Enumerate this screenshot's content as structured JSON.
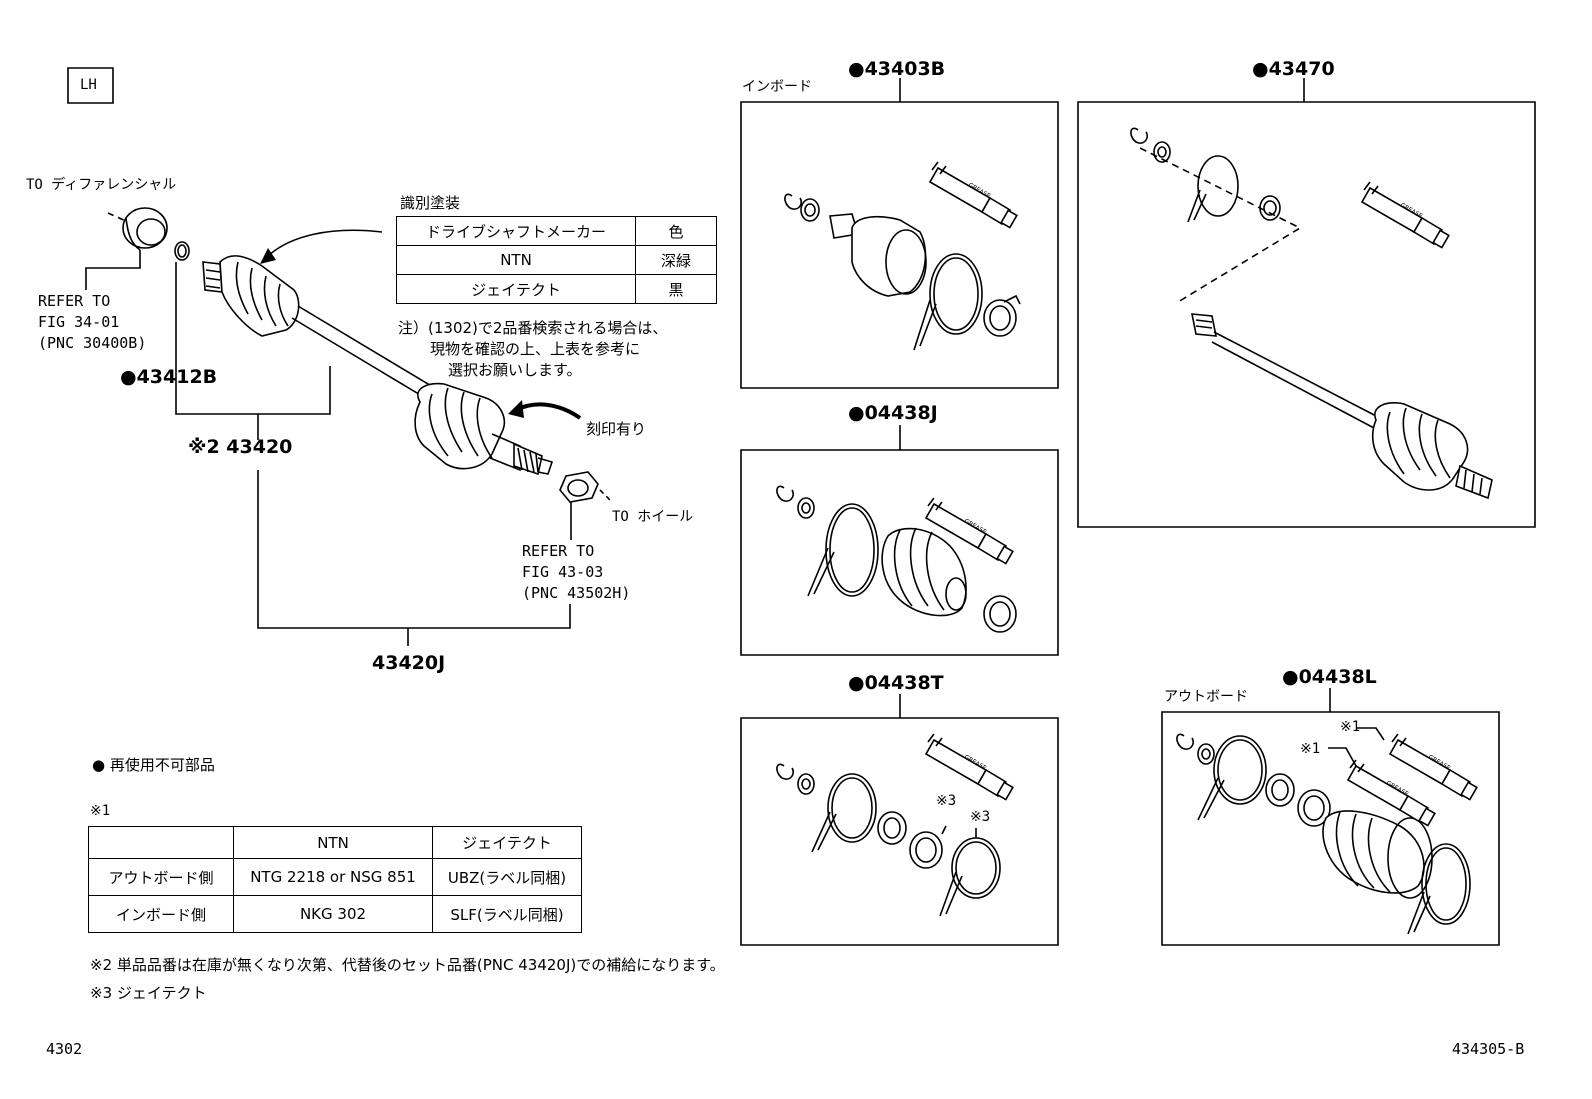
{
  "side_label": "LH",
  "shaft": {
    "to_diff": "TO ディファレンシャル",
    "refer_diff": [
      "REFER TO",
      "FIG 34-01",
      "(PNC 30400B)"
    ],
    "part_43412B": "●43412B",
    "note2_part": "※2 43420",
    "marking": "刻印有り",
    "to_wheel": "TO ホイール",
    "refer_wheel": [
      "REFER TO",
      "FIG 43-03",
      "(PNC 43502H)"
    ],
    "assembly": "43420J"
  },
  "paint_table": {
    "title": "識別塗装",
    "rows": [
      [
        "ドライブシャフトメーカー",
        "色"
      ],
      [
        "NTN",
        "深緑"
      ],
      [
        "ジェイテクト",
        "黒"
      ]
    ],
    "note": [
      "注）(1302)で2品番検索される場合は、",
      "現物を確認の上、上表を参考に",
      "選択お願いします。"
    ]
  },
  "kits": {
    "k43403B": {
      "part": "●43403B",
      "sub": "インボード"
    },
    "k43470": {
      "part": "●43470"
    },
    "k04438J": {
      "part": "●04438J"
    },
    "k04438T": {
      "part": "●04438T",
      "mark3a": "※3",
      "mark3b": "※3"
    },
    "k04438L": {
      "part": "●04438L",
      "sub": "アウトボード",
      "mark1a": "※1",
      "mark1b": "※1"
    }
  },
  "grease_label": "GREASE",
  "legend": {
    "nonreusable": "●  再使用不可部品",
    "note1": "※1"
  },
  "grease_table": {
    "header": [
      "",
      "NTN",
      "ジェイテクト"
    ],
    "rows": [
      [
        "アウトボード側",
        "NTG 2218 or NSG 851",
        "UBZ(ラベル同梱)"
      ],
      [
        "インボード側",
        "NKG 302",
        "SLF(ラベル同梱)"
      ]
    ]
  },
  "footnotes": {
    "note2": "※2 単品品番は在庫が無くなり次第、代替後のセット品番(PNC 43420J)での補給になります。",
    "note3": "※3 ジェイテクト"
  },
  "page_code": "4302",
  "drawing_code": "434305-B"
}
